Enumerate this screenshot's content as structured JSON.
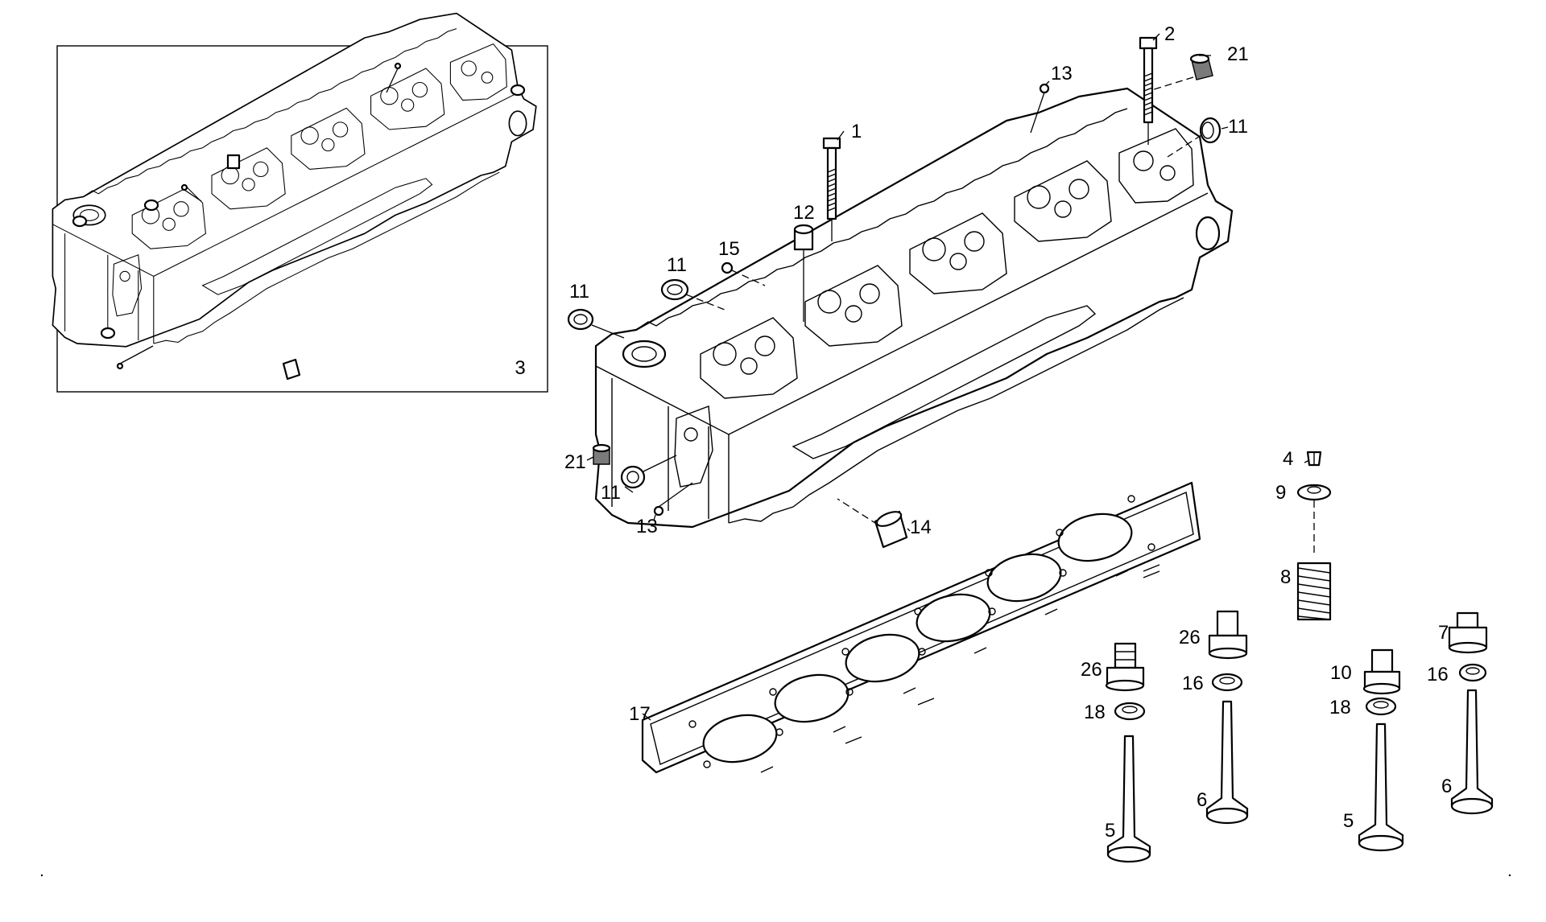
{
  "diagram": {
    "inset_box_label": "3",
    "callouts": {
      "c1": "1",
      "c2": "2",
      "c3": "3",
      "c4": "4",
      "c5a": "5",
      "c5b": "5",
      "c6a": "6",
      "c6b": "6",
      "c7": "7",
      "c8": "8",
      "c9": "9",
      "c10": "10",
      "c11a": "11",
      "c11b": "11",
      "c11c": "11",
      "c11d": "11",
      "c12": "12",
      "c13a": "13",
      "c13b": "13",
      "c14": "14",
      "c15": "15",
      "c16a": "16",
      "c16b": "16",
      "c17": "17",
      "c18a": "18",
      "c18b": "18",
      "c21a": "21",
      "c21b": "21",
      "c26a": "26",
      "c26b": "26"
    }
  }
}
